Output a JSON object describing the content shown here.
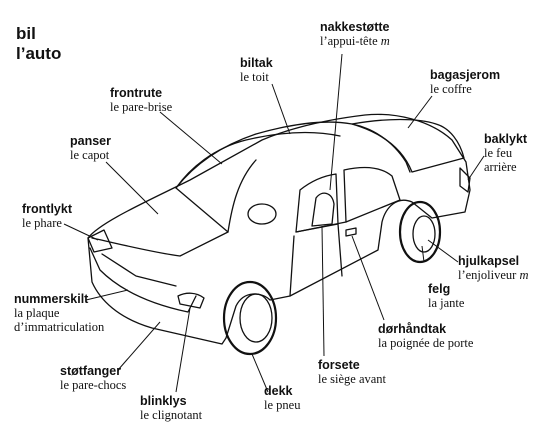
{
  "title": {
    "norwegian": "bil",
    "french": "l’auto"
  },
  "labels": [
    {
      "id": "nakkestotte",
      "no": "nakkestøtte",
      "fr": "l’appui-tête",
      "gender": "m"
    },
    {
      "id": "biltak",
      "no": "biltak",
      "fr": "le toit"
    },
    {
      "id": "bagasjerom",
      "no": "bagasjerom",
      "fr": "le coffre"
    },
    {
      "id": "frontrute",
      "no": "frontrute",
      "fr": "le pare-brise"
    },
    {
      "id": "baklykt",
      "no": "baklykt",
      "fr": "le feu",
      "fr2": "arrière"
    },
    {
      "id": "panser",
      "no": "panser",
      "fr": "le capot"
    },
    {
      "id": "frontlykt",
      "no": "frontlykt",
      "fr": "le phare"
    },
    {
      "id": "hjulkapsel",
      "no": "hjulkapsel",
      "fr": "l’enjoliveur",
      "gender": "m"
    },
    {
      "id": "felg",
      "no": "felg",
      "fr": "la jante"
    },
    {
      "id": "nummerskilt",
      "no": "nummerskilt",
      "fr": "la plaque",
      "fr2": "d’immatriculation"
    },
    {
      "id": "dorhandtak",
      "no": "dørhåndtak",
      "fr": "la poignée de porte"
    },
    {
      "id": "forsete",
      "no": "forsete",
      "fr": "le siège avant"
    },
    {
      "id": "stotfanger",
      "no": "støtfanger",
      "fr": "le pare-chocs"
    },
    {
      "id": "blinklys",
      "no": "blinklys",
      "fr": "le clignotant"
    },
    {
      "id": "dekk",
      "no": "dekk",
      "fr": "le pneu"
    }
  ]
}
